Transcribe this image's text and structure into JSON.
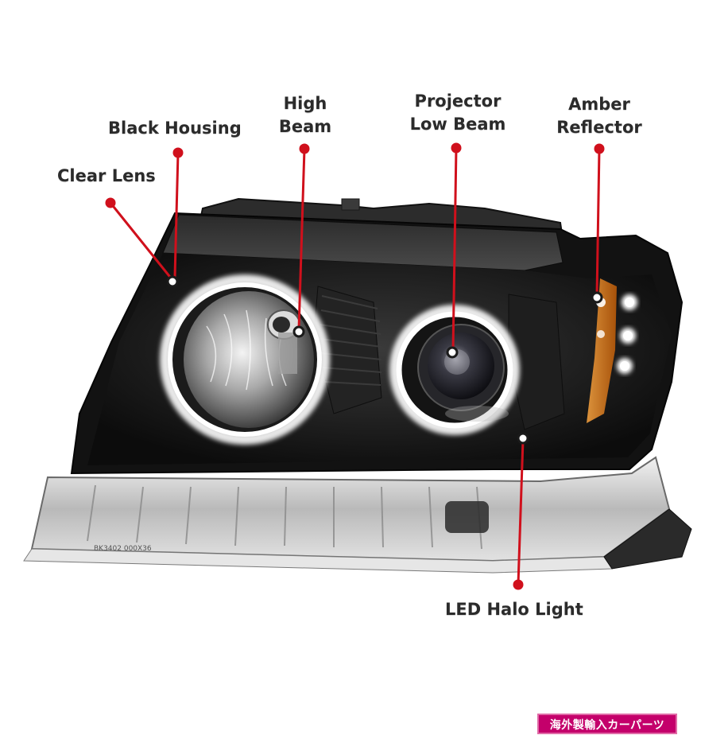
{
  "callouts": {
    "clear_lens": "Clear Lens",
    "black_housing": "Black Housing",
    "high_beam": [
      "High",
      "Beam"
    ],
    "projector_low_beam": [
      "Projector",
      "Low Beam"
    ],
    "amber_reflector": [
      "Amber",
      "Reflector"
    ],
    "led_halo_light": "LED Halo Light"
  },
  "part_stamp": "BK3402 000X36",
  "watermark": "海外製輸入カーパーツ",
  "colors": {
    "leader_line": "#d0101c",
    "housing": "#141414",
    "halo": "#ffffff",
    "amber": "#e07a10",
    "watermark_bg": "#c4006b"
  }
}
